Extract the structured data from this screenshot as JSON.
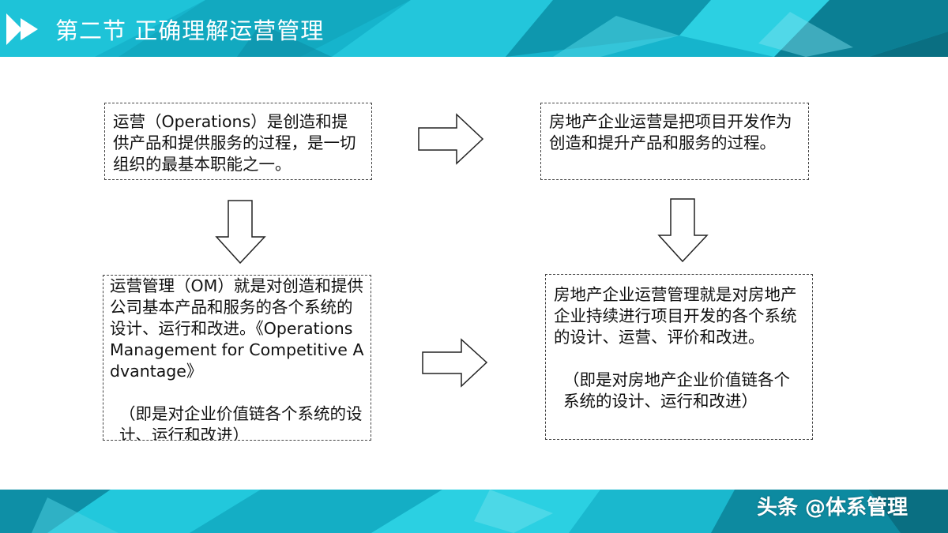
{
  "header": {
    "title": "第二节  正确理解运营管理"
  },
  "diagram": {
    "box_operations": "运营（Operations）是创造和提供产品和提供服务的过程，是一切组织的最基本职能之一。",
    "box_real_estate_operations": "房地产企业运营是把项目开发作为创造和提升产品和服务的过程。",
    "box_om": "运营管理（OM）就是对创造和提供公司基本产品和服务的各个系统的设计、运行和改进。《Operations Management for Competitive Advantage》",
    "box_om_note": "（即是对企业价值链各个系统的设计、运行和改进）",
    "box_real_estate_om": "房地产企业运营管理就是对房地产企业持续进行项目开发的各个系统的设计、运营、评价和改进。",
    "box_real_estate_om_note": "（即是对房地产企业价值链各个系统的设计、运行和改进）"
  },
  "watermark": "头条 @体系管理",
  "colors": {
    "banner_primary": "#16b4cc",
    "banner_dark": "#0e8fa6",
    "banner_light": "#4fd3e4",
    "banner_deep": "#0a6f82",
    "text": "#111111",
    "border": "#444444",
    "header_text": "#ffffff"
  },
  "icons": {
    "header_logo": "play-triangle-icon",
    "arrows": [
      "arrow-right",
      "arrow-down",
      "arrow-down",
      "arrow-right"
    ]
  }
}
